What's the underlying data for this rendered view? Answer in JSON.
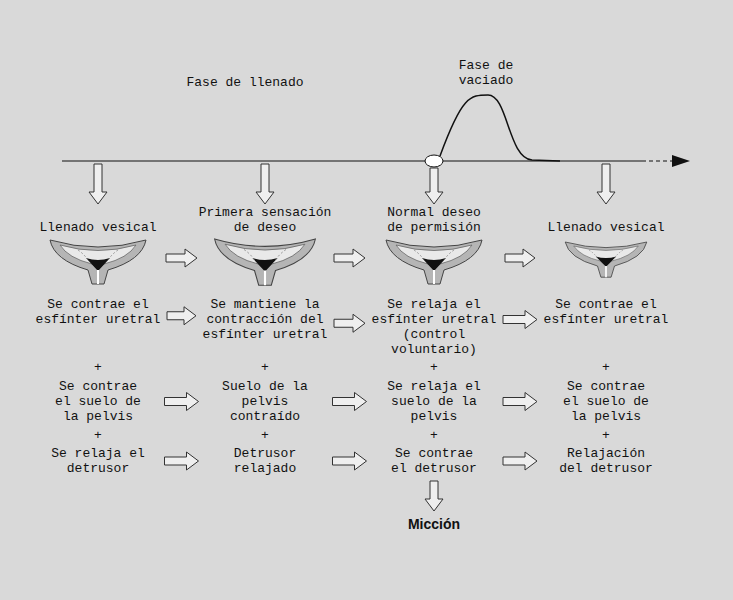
{
  "diagram": {
    "nodes": [
      {
        "text": [
          "Llenado vesical"
        ]
      },
      {
        "text": [
          "Primera sensación de deseo"
        ]
      },
      {
        "text": [
          "Normal deseo de permisión"
        ]
      },
      {
        "text": [
          "Llenado vesical"
        ]
      },
      {
        "text": [
          "Se contrae el esfínter uretral"
        ]
      },
      {
        "text": [
          "Se mantiene la contracción del esfínter uretral"
        ]
      },
      {
        "text": [
          "Se relaja el esfínter uretral (control voluntario)"
        ]
      },
      {
        "text": [
          "Se contrae el esfínter uretral"
        ]
      },
      {
        "text": [
          "Se contrae el suelo de la pelvis"
        ]
      },
      {
        "text": [
          "Suelo de la pelvis contraído"
        ]
      },
      {
        "text": [
          "Se relaja el suelo de la pelvis"
        ]
      },
      {
        "text": [
          "Se contrae el suelo de la pelvis"
        ]
      },
      {
        "text": [
          "Se relaja el detrusor"
        ]
      },
      {
        "text": [
          "Detrusor relajado"
        ]
      },
      {
        "text": [
          "Se contrae el detrusor"
        ]
      },
      {
        "text": [
          "Relajación del detrusor"
        ]
      },
      {
        "text": [
          "Micción"
        ]
      }
    ],
    "edges": [
      {
        "from": 4,
        "to": 5,
        "arrow": "to"
      },
      {
        "from": 5,
        "to": 6,
        "arrow": "to"
      },
      {
        "from": 6,
        "to": 7,
        "arrow": "to"
      },
      {
        "from": 8,
        "to": 9,
        "arrow": "to"
      },
      {
        "from": 9,
        "to": 10,
        "arrow": "to"
      },
      {
        "from": 10,
        "to": 11,
        "arrow": "to"
      },
      {
        "from": 12,
        "to": 13,
        "arrow": "to"
      },
      {
        "from": 13,
        "to": 14,
        "arrow": "to"
      },
      {
        "from": 14,
        "to": 15,
        "arrow": "to"
      },
      {
        "from": 14,
        "to": 16,
        "arrow": "to"
      }
    ],
    "labels": [
      "Fase de llenado",
      "Fase de vaciado",
      "+",
      "+",
      "+",
      "+",
      "+",
      "+",
      "+",
      "+"
    ]
  }
}
